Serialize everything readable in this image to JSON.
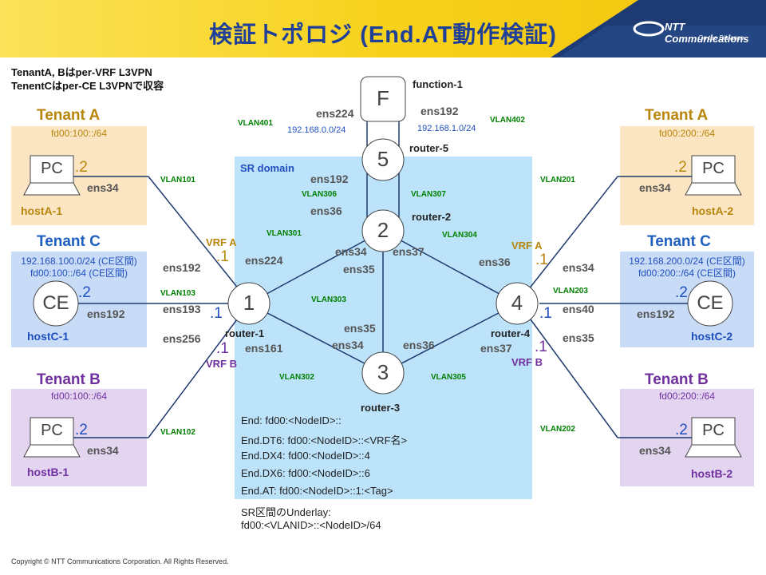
{
  "header": {
    "title": "検証トポロジ (End.AT動作検証)",
    "logo_text": "NTT Communications",
    "logo_tagline": "Go the Distance."
  },
  "notes": {
    "line1": "TenantA, Bはper-VRF L3VPN",
    "line2": "TenentCはper-CE L3VPNで収容"
  },
  "tenants": {
    "a_left": {
      "title": "Tenant A",
      "prefix": "fd00:100::/64",
      "host": "hostA-1",
      "pc_label": "PC",
      "addr": ".2",
      "iface": "ens34"
    },
    "a_right": {
      "title": "Tenant A",
      "prefix": "fd00:200::/64",
      "host": "hostA-2",
      "pc_label": "PC",
      "addr": ".2",
      "iface": "ens34"
    },
    "c_left": {
      "title": "Tenant C",
      "prefix1": "192.168.100.0/24 (CE区間)",
      "prefix2": "fd00:100::/64 (CE区間)",
      "host": "hostC-1",
      "ce_label": "CE",
      "addr": ".2",
      "iface": "ens192"
    },
    "c_right": {
      "title": "Tenant C",
      "prefix1": "192.168.200.0/24 (CE区間)",
      "prefix2": "fd00:200::/64 (CE区間)",
      "host": "hostC-2",
      "ce_label": "CE",
      "addr": ".2",
      "iface": "ens192"
    },
    "b_left": {
      "title": "Tenant B",
      "prefix": "fd00:100::/64",
      "host": "hostB-1",
      "pc_label": "PC",
      "addr": ".2",
      "iface": "ens34"
    },
    "b_right": {
      "title": "Tenant B",
      "prefix": "fd00:200::/64",
      "host": "hostB-2",
      "pc_label": "PC",
      "addr": ".2",
      "iface": "ens34"
    }
  },
  "sr_domain": {
    "label": "SR domain",
    "sids": [
      "End: fd00:<NodeID>::",
      "End.DT6: fd00:<NodeID>::<VRF名>",
      "End.DX4: fd00:<NodeID>::4",
      "End.DX6: fd00:<NodeID>::6",
      "End.AT: fd00:<NodeID>::1:<Tag>"
    ],
    "underlay_line1": "SR区間のUnderlay:",
    "underlay_line2": "fd00:<VLANID>::<NodeID>/64"
  },
  "routers": {
    "r1": {
      "id": "1",
      "name": "router-1"
    },
    "r2": {
      "id": "2",
      "name": "router-2"
    },
    "r3": {
      "id": "3",
      "name": "router-3"
    },
    "r4": {
      "id": "4",
      "name": "router-4"
    },
    "r5": {
      "id": "5",
      "name": "router-5"
    },
    "f": {
      "id": "F",
      "name": "function-1"
    }
  },
  "vlans": {
    "v101": "VLAN101",
    "v102": "VLAN102",
    "v103": "VLAN103",
    "v201": "VLAN201",
    "v202": "VLAN202",
    "v203": "VLAN203",
    "v301": "VLAN301",
    "v302": "VLAN302",
    "v303": "VLAN303",
    "v304": "VLAN304",
    "v305": "VLAN305",
    "v306": "VLAN306",
    "v307": "VLAN307",
    "v401": "VLAN401",
    "v402": "VLAN402"
  },
  "ifaces": {
    "r1_ens192": "ens192",
    "r1_ens193": "ens193",
    "r1_ens256": "ens256",
    "r1_ens224": "ens224",
    "r1_ens161": "ens161",
    "r2_ens192": "ens192",
    "r2_ens36": "ens36",
    "r2_ens34": "ens34",
    "r2_ens35": "ens35",
    "r2_ens37": "ens37",
    "r3_ens35": "ens35",
    "r3_ens34": "ens34",
    "r3_ens36": "ens36",
    "r4_ens34": "ens34",
    "r4_ens40": "ens40",
    "r4_ens35": "ens35",
    "r4_ens36": "ens36",
    "r4_ens37": "ens37",
    "r5_ens224": "ens224",
    "r5_ens192": "ens192"
  },
  "addrs": {
    "r1_vrfa": ".1",
    "r1_c": ".1",
    "r1_vrfb": ".1",
    "r4_vrfa": ".1",
    "r4_c": ".1",
    "r4_vrfb": ".1"
  },
  "vrf": {
    "r1_a": "VRF A",
    "r1_b": "VRF B",
    "r4_a": "VRF A",
    "r4_b": "VRF B"
  },
  "subnets": {
    "left": "192.168.0.0/24",
    "right": "192.168.1.0/24"
  },
  "footer": "Copyright © NTT Communications Corporation. All Rights Reserved.",
  "colors": {
    "tenant_a_bg": "#fbe5c3",
    "tenant_c_bg": "#c9dcf7",
    "tenant_b_bg": "#e3d5f0",
    "sr_bg": "#bde3fa",
    "title_blue": "#1f3f99",
    "header_yellow": "#f7d21c",
    "logo_navy": "#1d3a72",
    "vlan_green": "#008000",
    "tenant_a_title": "#b8860b",
    "tenant_c_title": "#1f5fbf",
    "tenant_b_title": "#7030a0"
  }
}
